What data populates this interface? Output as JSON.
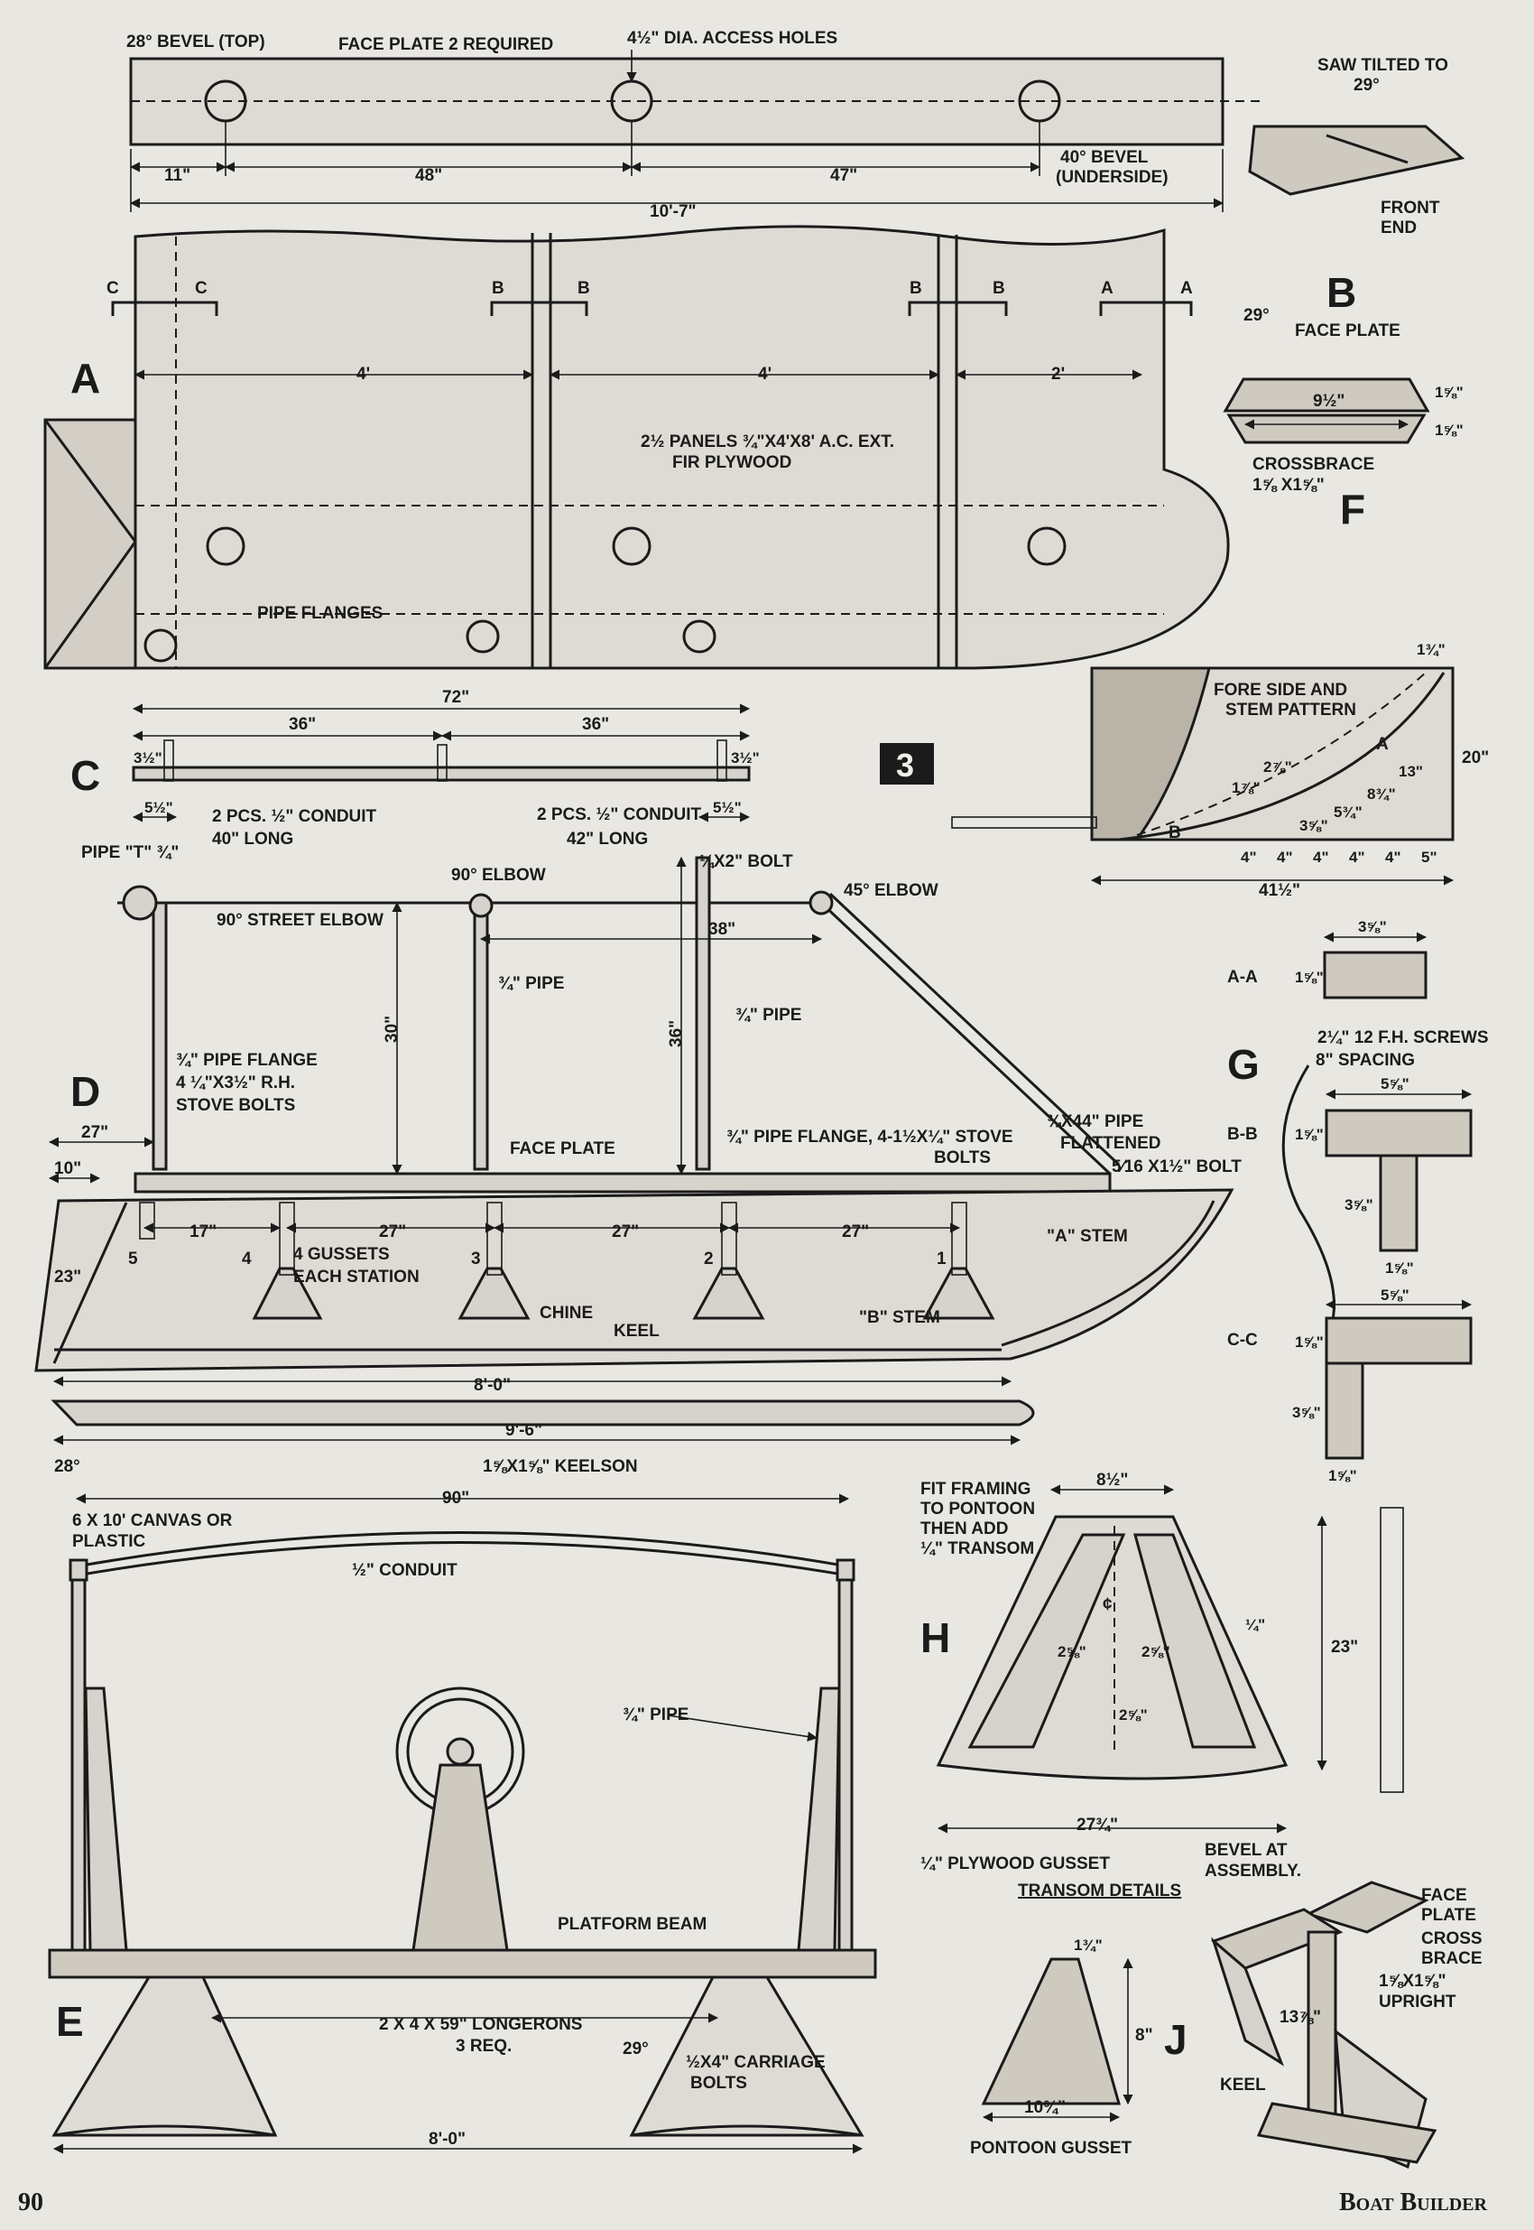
{
  "figure_number": "3",
  "footer": {
    "page_number": "90",
    "magazine": "Boat Builder"
  },
  "face_plate": {
    "top_bevel": "28° BEVEL (TOP)",
    "title": "FACE PLATE  2 REQUIRED",
    "holes": "4½\" DIA. ACCESS HOLES",
    "d1": "11\"",
    "d2": "48\"",
    "d3": "47\"",
    "total": "10'-7\"",
    "under_bevel_1": "40° BEVEL",
    "under_bevel_2": "(UNDERSIDE)",
    "saw_1": "SAW TILTED TO",
    "saw_2": "29°",
    "front_1": "FRONT",
    "front_2": "END"
  },
  "view_a": {
    "letter": "A",
    "cut_c": "C",
    "cut_b": "B",
    "cut_a": "A",
    "dim1": "4'",
    "dim2": "4'",
    "dim3": "2'",
    "panels_1": "2½ PANELS ¾\"X4'X8' A.C. EXT.",
    "panels_2": "FIR PLYWOOD",
    "flanges": "PIPE FLANGES"
  },
  "view_b": {
    "letter": "B",
    "angle": "29°",
    "face_plate": "FACE PLATE",
    "width": "9½\"",
    "h1": "1⅝\"",
    "h2": "1⅝\"",
    "crossbrace": "CROSSBRACE",
    "crossbrace_size": "1⅝ X1⅝\""
  },
  "view_f": {
    "letter": "F",
    "title_1": "FORE SIDE AND",
    "title_2": "STEM PATTERN",
    "top": "1¾\"",
    "height": "20\"",
    "ords": [
      "1⅞\"",
      "2⅞\"",
      "3⅝\"",
      "5¾\"",
      "8¾\"",
      "13\""
    ],
    "spacing": [
      "4\"",
      "4\"",
      "4\"",
      "4\"",
      "4\"",
      "5\""
    ],
    "length": "41½\"",
    "curve_a": "A",
    "curve_b": "B"
  },
  "view_c": {
    "letter": "C",
    "overall": "72\"",
    "half_1": "36\"",
    "half_2": "36\"",
    "end_1": "3½\"",
    "end_2": "3½\"",
    "off_1": "5½\"",
    "off_2": "5½\"",
    "conduit_1a": "2 PCS. ½\" CONDUIT",
    "conduit_1b": "40\" LONG",
    "conduit_2a": "2 PCS. ½\" CONDUIT",
    "conduit_2b": "42\" LONG"
  },
  "view_d": {
    "letter": "D",
    "pipe_t": "PIPE \"T\" ¾\"",
    "street_elbow": "90° STREET ELBOW",
    "elbow_90": "90° ELBOW",
    "bolt": "¼X2\" BOLT",
    "elbow_45": "45° ELBOW",
    "span_38": "38\"",
    "h30": "30\"",
    "h36": "36\"",
    "pipe_1": "¾\" PIPE",
    "pipe_2": "¾\" PIPE",
    "flange_1": "¾\" PIPE FLANGE",
    "flange_2": "4 ¼\"X3½\" R.H.",
    "flange_3": "STOVE BOLTS",
    "flange_b1": "¾\" PIPE FLANGE, 4-1½X¼\" STOVE",
    "flange_b2": "BOLTS",
    "face_plate": "FACE PLATE",
    "d27": "27\"",
    "d10": "10\"",
    "pipe44_1": "¾X44\" PIPE",
    "pipe44_2": "FLATTENED",
    "bolt2": "5⁄16 X1½\" BOLT",
    "stations": [
      "5",
      "4",
      "3",
      "2",
      "1"
    ],
    "sp": [
      "17\"",
      "27\"",
      "27\"",
      "27\""
    ],
    "gussets_1": "4 GUSSETS",
    "gussets_2": "EACH STATION",
    "stem_a": "\"A\" STEM",
    "stem_b": "\"B\" STEM",
    "chine": "CHINE",
    "keel": "KEEL",
    "d23": "23\"",
    "len_8": "8'-0\"",
    "len_9": "9'-6\"",
    "ang": "28°",
    "keelson": "1⅝X1⅝\" KEELSON"
  },
  "view_g": {
    "letter": "G",
    "aa": "A-A",
    "bb": "B-B",
    "cc": "C-C",
    "aa_w": "3⅝\"",
    "aa_h": "1⅝\"",
    "screws_1": "2¼\"  12 F.H. SCREWS",
    "screws_2": "8\" SPACING",
    "bb_w": "5⅝\"",
    "bb_h": "1⅝\"",
    "bb_leg": "3⅝\"",
    "bb_base": "1⅝\"",
    "cc_w": "5⅝\"",
    "cc_h": "1⅝\"",
    "cc_leg": "3⅝\"",
    "cc_base": "1⅝\""
  },
  "view_e": {
    "letter": "E",
    "canvas_1": "6 X 10' CANVAS OR",
    "canvas_2": "PLASTIC",
    "w90": "90\"",
    "conduit": "½\" CONDUIT",
    "pipe": "¾\" PIPE",
    "beam": "PLATFORM BEAM",
    "long_1": "2 X 4 X 59\" LONGERONS",
    "long_2": "3 REQ.",
    "ang": "29°",
    "carriage_1": "½X4\" CARRIAGE",
    "carriage_2": "BOLTS",
    "width": "8'-0\""
  },
  "view_h": {
    "letter": "H",
    "fit_1": "FIT FRAMING",
    "fit_2": "TO PONTOON",
    "fit_3": "THEN ADD",
    "fit_4": "¼\" TRANSOM",
    "top": "8½\"",
    "h23": "23\"",
    "cl": "¢",
    "g1": "2⅝\"",
    "g2": "2⅝\"",
    "g3": "2⅝\"",
    "side": "¼\"",
    "bottom": "27¾\"",
    "plywood": "¼\" PLYWOOD GUSSET",
    "bevel_1": "BEVEL AT",
    "bevel_2": "ASSEMBLY.",
    "caption": "TRANSOM DETAILS"
  },
  "gusset": {
    "top": "1¾\"",
    "h": "8\"",
    "bottom": "10¾\"",
    "caption": "PONTOON GUSSET"
  },
  "view_j": {
    "letter": "J",
    "face_1": "FACE",
    "face_2": "PLATE",
    "brace_1": "CROSS",
    "brace_2": "BRACE",
    "upright_1": "1⅝X1⅝\"",
    "upright_2": "UPRIGHT",
    "h": "13⅞\"",
    "keel": "KEEL"
  }
}
